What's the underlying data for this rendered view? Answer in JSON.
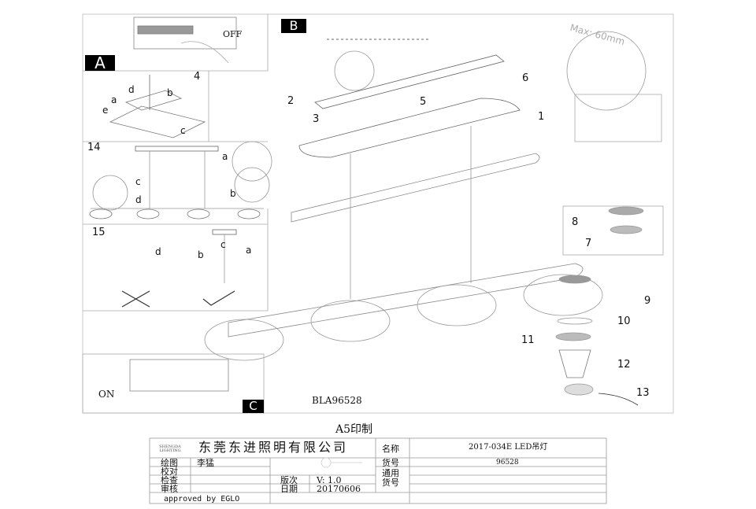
{
  "panels": {
    "a_label": "A",
    "b_label": "B",
    "c_label": "C",
    "off_label": "OFF",
    "on_label": "ON",
    "step_4": "4",
    "step_14": "14",
    "step_15": "15",
    "letters": {
      "a": "a",
      "b": "b",
      "c": "c",
      "d": "d",
      "e": "e"
    }
  },
  "steps": [
    "1",
    "2",
    "3",
    "5",
    "6",
    "7",
    "8",
    "9",
    "10",
    "11",
    "12",
    "13"
  ],
  "dimension": "Max: 60mm",
  "model_code": "BLA96528",
  "print_note": "A5印制",
  "title_block": {
    "logo_text": "SHENGDA LIGHTING",
    "company": "东莞东进照明有限公司",
    "name_label": "名称",
    "name_value": "2017-034E LED吊灯",
    "drawn_label": "绘图",
    "drawn_value": "李猛",
    "item_label": "货号",
    "item_value": "96528",
    "check_label": "校对",
    "inspect_label": "检查",
    "review_label": "审核",
    "general_label": "通用货号",
    "version_label": "版次",
    "version_value": "V: 1.0",
    "date_label": "日期",
    "date_value": "20170606",
    "approved": "approved by EGLO"
  }
}
